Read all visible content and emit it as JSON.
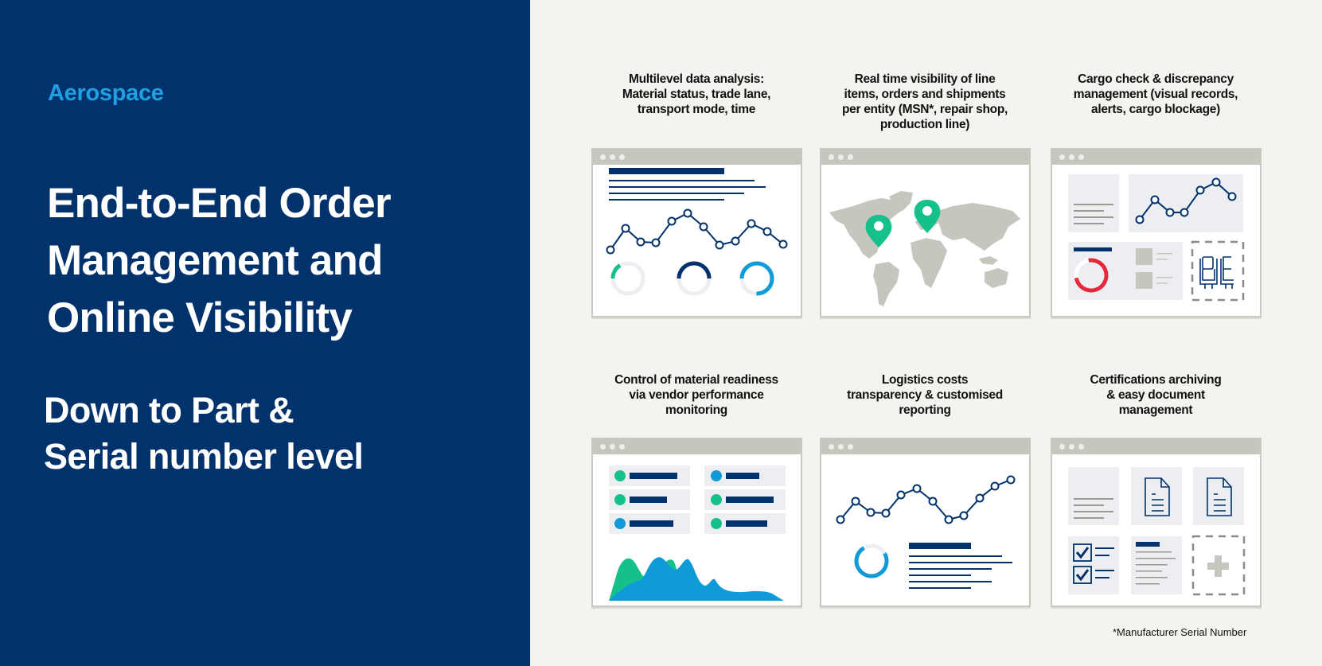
{
  "left_panel": {
    "eyebrow": "Aerospace",
    "title_lines": [
      "End-to-End Order",
      "Management and",
      "Online Visibility"
    ],
    "subtitle_lines": [
      "Down to Part &",
      "Serial number level"
    ],
    "colors": {
      "background": "#01326b",
      "eyebrow": "#1ea0e3",
      "text": "#ffffff"
    }
  },
  "features": [
    {
      "heading_lines": [
        "Multilevel data analysis:",
        "Material status, trade lane,",
        "transport mode, time"
      ],
      "illustration": "dashboard-line-chart-donuts"
    },
    {
      "heading_lines": [
        "Real time visibility of line",
        "items, orders and shipments",
        "per entity (MSN*, repair shop,",
        "production line)"
      ],
      "illustration": "world-map-with-pins"
    },
    {
      "heading_lines": [
        "Cargo check & discrepancy",
        "management (visual records,",
        "alerts, cargo blockage)"
      ],
      "illustration": "cargo-dashboard-with-seats"
    },
    {
      "heading_lines": [
        "Control of material readiness",
        "via vendor performance",
        "monitoring"
      ],
      "illustration": "vendor-status-list-area-chart"
    },
    {
      "heading_lines": [
        "Logistics costs",
        "transparency & customised",
        "reporting"
      ],
      "illustration": "cost-line-chart-report"
    },
    {
      "heading_lines": [
        "Certifications archiving",
        "& easy document",
        "management"
      ],
      "illustration": "document-grid-add"
    }
  ],
  "footnote": "*Manufacturer Serial Number",
  "palette": {
    "navy": "#01326b",
    "sky_blue": "#0f9ad8",
    "green": "#16c08a",
    "red": "#e8273a",
    "gray": "#c6c6bf",
    "light_tile": "#eceef1",
    "page_bg": "#f3f3ef"
  }
}
